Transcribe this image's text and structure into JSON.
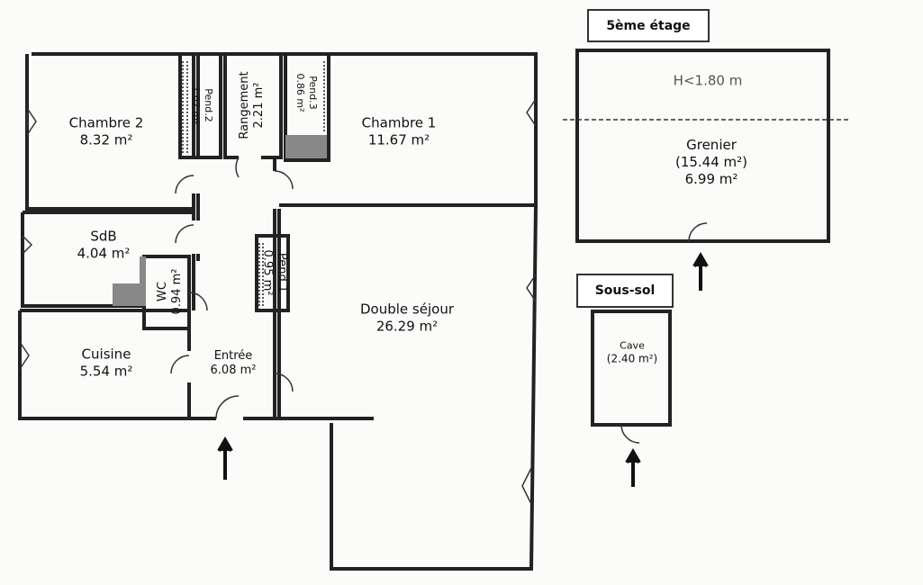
{
  "floor_labels": {
    "fifth": "5ème étage",
    "basement": "Sous-sol"
  },
  "rooms": {
    "chambre2": {
      "name": "Chambre 2",
      "area": "8.32 m²"
    },
    "chambre1": {
      "name": "Chambre 1",
      "area": "11.67 m²"
    },
    "pend2": {
      "name": "Pend.2",
      "area": "1.07 m²"
    },
    "rangement": {
      "name": "Rangement",
      "area": "2.21 m²"
    },
    "pend3": {
      "name": "Pend.3",
      "area": "0.86 m²"
    },
    "sdb": {
      "name": "SdB",
      "area": "4.04 m²"
    },
    "wc": {
      "name": "WC",
      "area": "0.94 m²"
    },
    "pend1": {
      "name": "Pend.1",
      "area": "0.95 m²"
    },
    "cuisine": {
      "name": "Cuisine",
      "area": "5.54 m²"
    },
    "entree": {
      "name": "Entrée",
      "area": "6.08 m²"
    },
    "sejour": {
      "name": "Double séjour",
      "area": "26.29 m²"
    },
    "grenier": {
      "name": "Grenier",
      "area_total": "(15.44 m²)",
      "area": "6.99 m²",
      "height_note": "H<1.80 m"
    },
    "cave": {
      "name": "Cave",
      "area": "(2.40 m²)"
    }
  },
  "colors": {
    "wall": "#222222",
    "fill": "#888888"
  }
}
